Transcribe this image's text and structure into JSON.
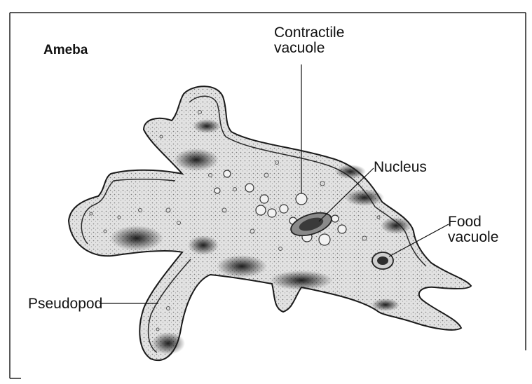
{
  "title": "Ameba",
  "labels": {
    "contractile_vacuole": [
      "Contractile",
      "vacuole"
    ],
    "nucleus": "Nucleus",
    "food_vacuole": [
      "Food",
      "vacuole"
    ],
    "pseudopod": "Pseudopod"
  },
  "colors": {
    "frame": "#222222",
    "body_fill": "#d6d6d6",
    "body_stroke": "#1a1a1a",
    "shading": "#3a3a3a",
    "leader": "#111111"
  }
}
